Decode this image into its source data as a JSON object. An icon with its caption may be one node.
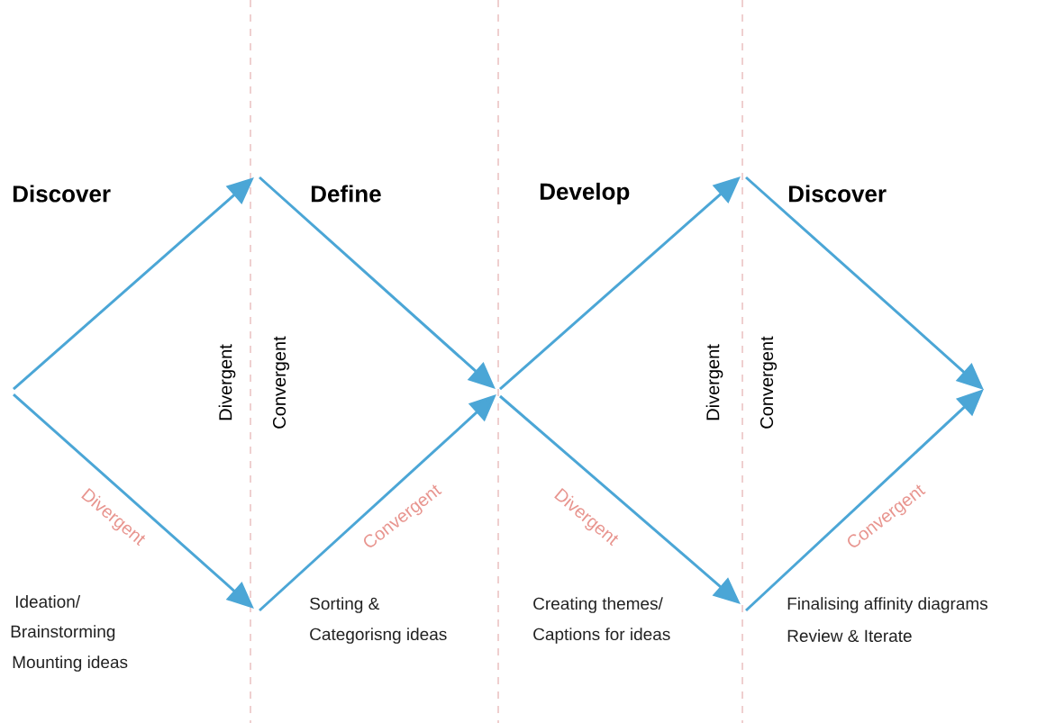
{
  "diagram": {
    "labels": [
      "Discover",
      "Define",
      "Develop",
      "Discover",
      "Divergent",
      "Convergent",
      "Divergent",
      "Convergent",
      "Divergent",
      "Convergent",
      "Divergent",
      "Convergent",
      "Ideation/",
      "Brainstorming",
      "Mounting ideas",
      "Sorting &",
      "Categorisng ideas",
      "Creating themes/",
      "Captions for ideas",
      "Finalising affinity diagrams",
      "Review & Iterate"
    ]
  }
}
